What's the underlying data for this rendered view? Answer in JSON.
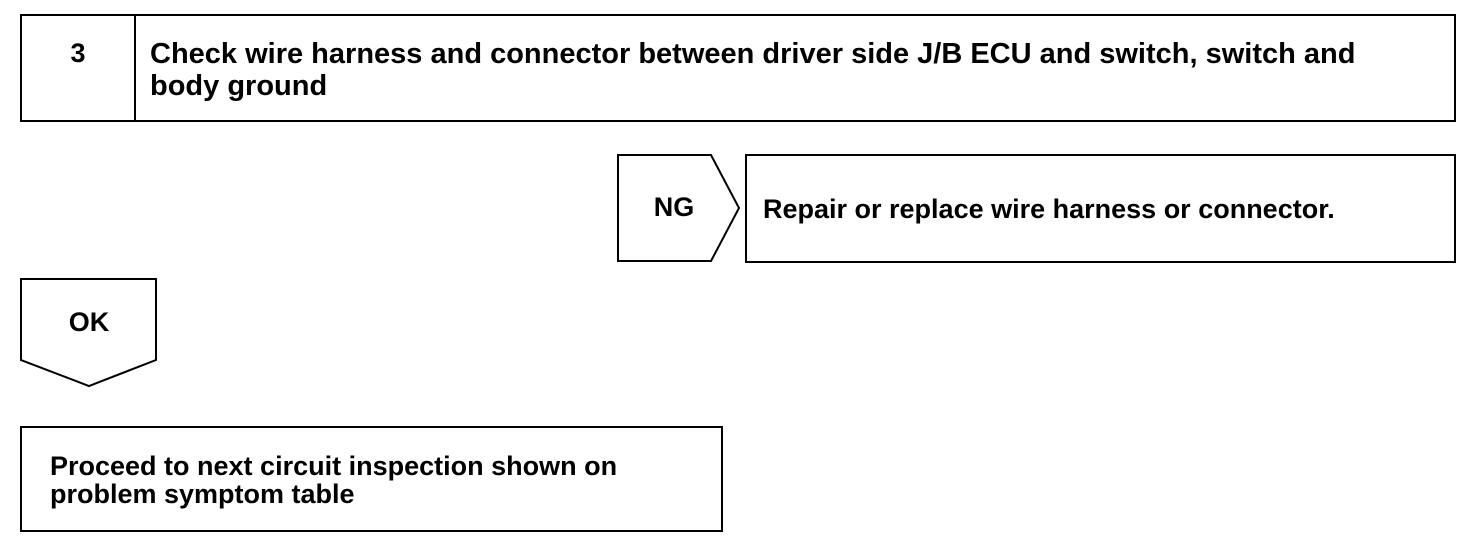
{
  "step": {
    "number": "3",
    "title": "Check wire harness and connector between driver side J/B ECU and switch, switch and body ground"
  },
  "ng_branch": {
    "label": "NG",
    "action": "Repair or replace wire harness or connector."
  },
  "ok_branch": {
    "label": "OK",
    "action": "Proceed to next circuit inspection shown on problem symptom table"
  }
}
